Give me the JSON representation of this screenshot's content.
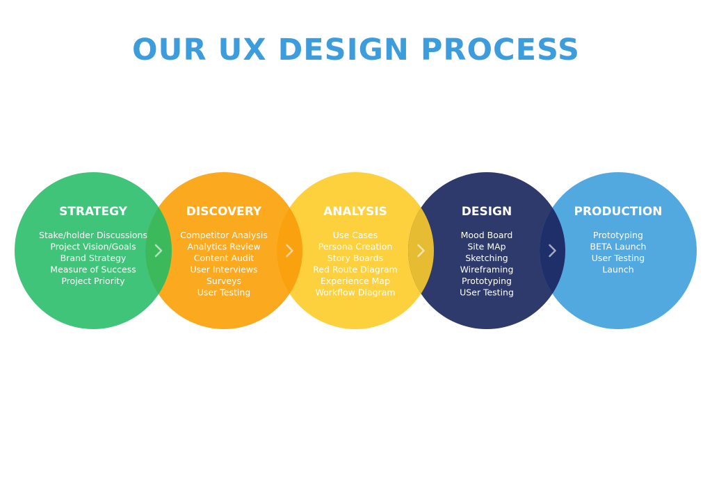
{
  "title": "OUR UX DESIGN PROCESS",
  "colors": {
    "title": "#3d9ddc"
  },
  "stages": [
    {
      "heading": "STRATEGY",
      "color": "#40c47a",
      "items": [
        "Stake/holder Discussions",
        "Project Vision/Goals",
        "Brand Strategy",
        "Measure of Success",
        "Project Priority"
      ]
    },
    {
      "heading": "DISCOVERY",
      "color": "#fba91f",
      "items": [
        "Competitor Analysis",
        "Analytics Review",
        "Content Audit",
        "User Interviews",
        "Surveys",
        "User Testing"
      ]
    },
    {
      "heading": "ANALYSIS",
      "color": "#fdd03d",
      "items": [
        "Use Cases",
        "Persona Creation",
        "Story Boards",
        "Red Route Diagram",
        "Experience Map",
        "Workflow Diagram"
      ]
    },
    {
      "heading": "DESIGN",
      "color": "#2e3a6b",
      "items": [
        "Mood Board",
        "Site MAp",
        "Sketching",
        "Wireframing",
        "Prototyping",
        "USer Testing"
      ]
    },
    {
      "heading": "PRODUCTION",
      "color": "#52a9e0",
      "items": [
        "Prototyping",
        "BETA Launch",
        "User Testing",
        "Launch"
      ]
    }
  ],
  "overlap_colors": [
    "#3cb95a",
    "#f9a10f",
    "#e6bd32",
    "#1f2f6a"
  ],
  "connector_icon": "chevron-right-icon"
}
